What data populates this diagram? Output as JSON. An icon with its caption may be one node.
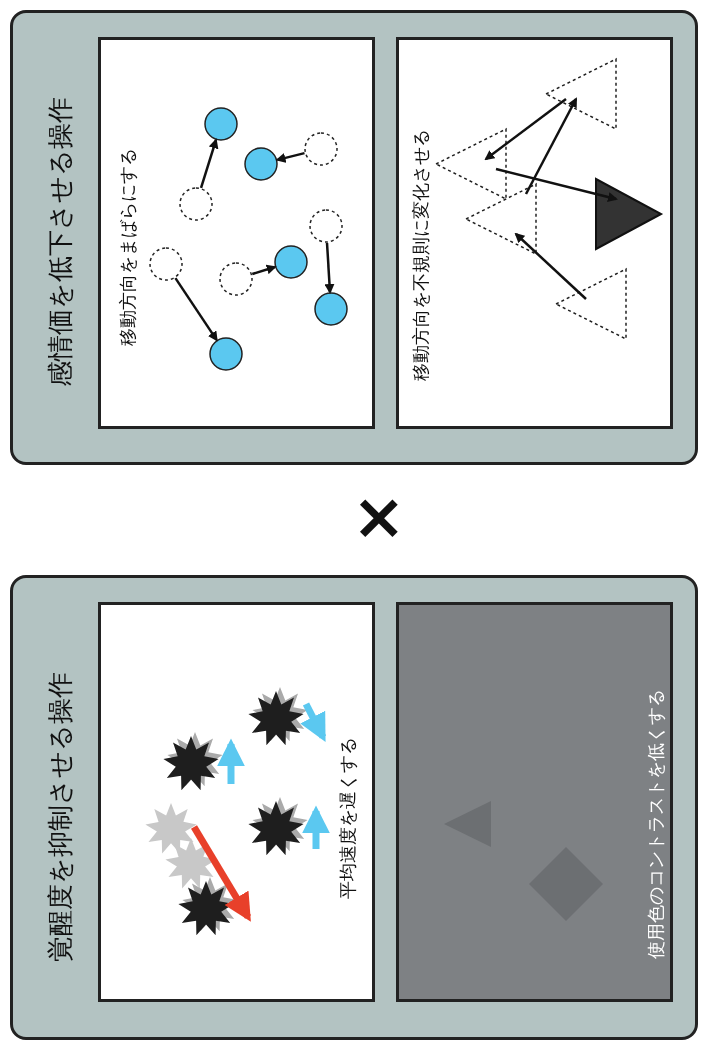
{
  "diagram": {
    "nodes": [
      {
        "text": [
          "覚醒度を抑制させる操作"
        ]
      },
      {
        "text": [
          "平均速度を遅くする"
        ],
        "in": 0
      },
      {
        "text": [
          "使用色のコントラストを低くする"
        ],
        "in": 0
      },
      {
        "text": [
          "感情価を低下させる操作"
        ]
      },
      {
        "text": [
          "移動方向をまばらにする"
        ],
        "in": 3
      },
      {
        "text": [
          "移動方向を不規則に変化させる"
        ],
        "in": 3
      }
    ],
    "labels": [
      "×"
    ]
  }
}
